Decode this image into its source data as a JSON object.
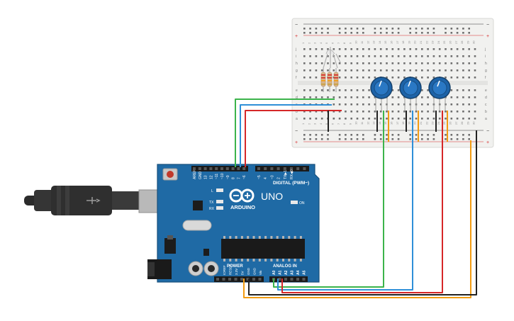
{
  "board": {
    "brand": "ARDUINO",
    "model": "UNO",
    "digital_label": "DIGITAL (PWM~)",
    "power_label": "POWER",
    "analog_label": "ANALOG IN",
    "on_label": "ON",
    "l_label": "L",
    "tx_label": "TX",
    "rx_label": "RX",
    "digital_pins": [
      "AREF",
      "GND",
      "13",
      "12",
      "~11",
      "~10",
      "~9",
      "8",
      "7",
      "~6",
      "~5",
      "4",
      "~3",
      "2",
      "TX▶1",
      "RX◀0"
    ],
    "power_pins": [
      "IOREF",
      "RESET",
      "3.3V",
      "5V",
      "GND",
      "GND",
      "Vin"
    ],
    "analog_pins": [
      "A0",
      "A1",
      "A2",
      "A3",
      "A4",
      "A5"
    ]
  },
  "breadboard": {
    "rail_plus": "+",
    "rail_minus": "−",
    "row_letters_top": [
      "j",
      "i",
      "h",
      "g",
      "f"
    ],
    "row_letters_bottom": [
      "e",
      "d",
      "c",
      "b",
      "a"
    ],
    "column_numbers": [
      "1",
      "2",
      "3",
      "4",
      "5",
      "6",
      "7",
      "8",
      "9",
      "10",
      "11",
      "12",
      "13",
      "14",
      "15",
      "16",
      "17",
      "18",
      "19",
      "20",
      "21",
      "22",
      "23",
      "24",
      "25",
      "26",
      "27",
      "28",
      "29",
      "30"
    ]
  },
  "components": {
    "led": "rgb-led",
    "resistors": 3,
    "potentiometers": 3
  },
  "wire_colors": {
    "green": "#3cb44b",
    "blue": "#2f8fd8",
    "red": "#d62728",
    "orange": "#f39c12",
    "black": "#222222"
  },
  "colors": {
    "board_blue": "#1f6aa5",
    "board_dark": "#17507d",
    "breadboard": "#f1f1ef",
    "pot_blue": "#1d63a8",
    "usb_cable": "#2b2b2b"
  }
}
